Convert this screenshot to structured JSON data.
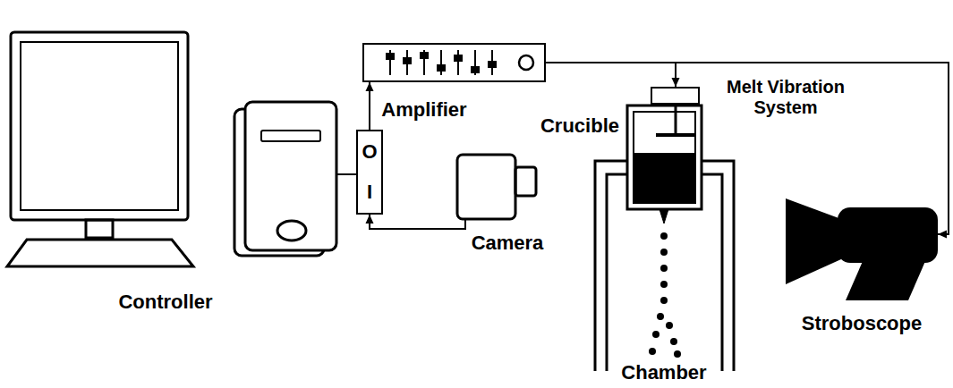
{
  "diagram": {
    "nodes": [
      {
        "text": [
          "Controller"
        ]
      },
      {
        "text": [
          "O",
          "I"
        ]
      },
      {
        "text": [
          "Amplifier"
        ]
      },
      {
        "text": [
          "Camera"
        ]
      },
      {
        "text": [
          "Chamber"
        ]
      },
      {
        "text": [
          "Crucible"
        ]
      },
      {
        "text": [
          "Melt Vibration System"
        ]
      },
      {
        "text": [
          "Stroboscope"
        ]
      }
    ],
    "edges": [
      {
        "from": 0,
        "to": 1,
        "arrow": "none"
      },
      {
        "from": 1,
        "to": 2,
        "arrow": "to"
      },
      {
        "from": 3,
        "to": 1,
        "arrow": "to"
      },
      {
        "from": 2,
        "to": 6,
        "arrow": "to"
      },
      {
        "from": 2,
        "to": 7,
        "arrow": "to"
      }
    ]
  }
}
